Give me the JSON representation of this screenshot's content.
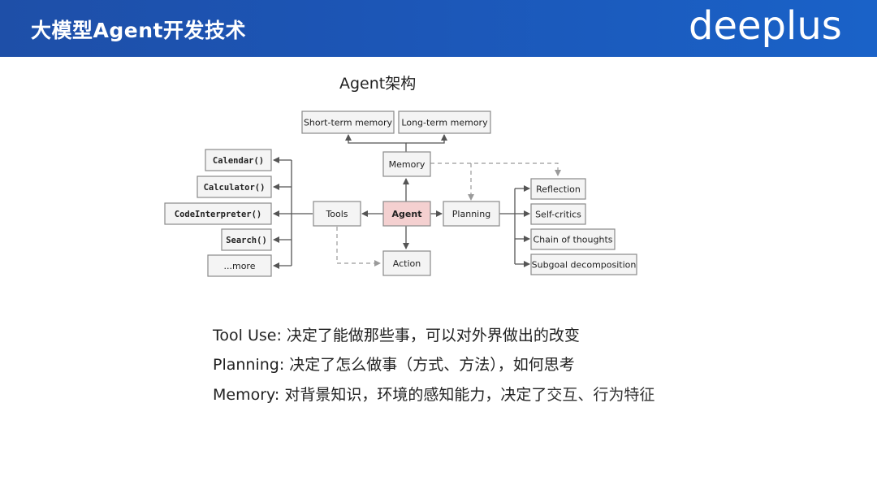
{
  "header": {
    "title": "大模型Agent开发技术",
    "logo_text": "deeplus"
  },
  "diagram": {
    "title": "Agent架构",
    "nodes": {
      "short_term_memory": "Short-term memory",
      "long_term_memory": "Long-term memory",
      "memory": "Memory",
      "agent": "Agent",
      "tools": "Tools",
      "planning": "Planning",
      "action": "Action",
      "calendar": "Calendar()",
      "calculator": "Calculator()",
      "code_interpreter": "CodeInterpreter()",
      "search": "Search()",
      "more": "...more",
      "reflection": "Reflection",
      "self_critics": "Self-critics",
      "chain_of_thoughts": "Chain of thoughts",
      "subgoal_decomposition": "Subgoal decomposition"
    }
  },
  "descriptions": {
    "tool_use": "Tool Use:  决定了能做那些事，可以对外界做出的改变",
    "planning": "Planning:  决定了怎么做事（方式、方法），如何思考",
    "memory_prefix": "Memory:  对背景知识，环境的感知能力，决定了",
    "memory_suffix": "交互、行为特征"
  },
  "colors": {
    "header_blue": "#1c55b5",
    "agent_fill": "#f4d0d0",
    "node_fill": "#f4f4f4"
  }
}
